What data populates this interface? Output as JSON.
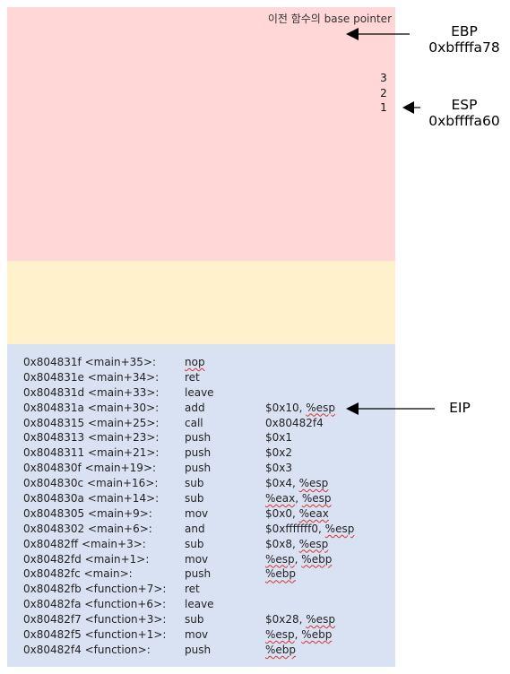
{
  "stack": {
    "prev_base_pointer_label": "이전 함수의 base pointer",
    "values": [
      "3",
      "2",
      "1"
    ]
  },
  "registers": {
    "ebp": {
      "name": "EBP",
      "value": "0xbffffa78"
    },
    "esp": {
      "name": "ESP",
      "value": "0xbffffa60"
    },
    "eip": {
      "name": "EIP"
    }
  },
  "code": {
    "rows": [
      {
        "addr": "0x804831f <main+35>:",
        "mnem": "nop",
        "ops": ""
      },
      {
        "addr": "0x804831e <main+34>:",
        "mnem": "ret",
        "ops": ""
      },
      {
        "addr": "0x804831d <main+33>:",
        "mnem": "leave",
        "ops": ""
      },
      {
        "addr": "0x804831a <main+30>:",
        "mnem": "add",
        "ops": "$0x10, %esp"
      },
      {
        "addr": "0x8048315 <main+25>:",
        "mnem": "call",
        "ops": "0x80482f4"
      },
      {
        "addr": "0x8048313 <main+23>:",
        "mnem": "push",
        "ops": "$0x1"
      },
      {
        "addr": "0x8048311 <main+21>:",
        "mnem": "push",
        "ops": "$0x2"
      },
      {
        "addr": "0x804830f <main+19>:",
        "mnem": "push",
        "ops": "$0x3"
      },
      {
        "addr": "0x804830c <main+16>:",
        "mnem": "sub",
        "ops": "$0x4, %esp"
      },
      {
        "addr": "0x804830a <main+14>:",
        "mnem": "sub",
        "ops": "%eax, %esp"
      },
      {
        "addr": "0x8048305 <main+9>:",
        "mnem": "mov",
        "ops": "$0x0, %eax"
      },
      {
        "addr": "0x8048302 <main+6>:",
        "mnem": "and",
        "ops": "$0xfffffff0, %esp"
      },
      {
        "addr": "0x80482ff <main+3>:",
        "mnem": "sub",
        "ops": "$0x8, %esp"
      },
      {
        "addr": "0x80482fd <main+1>:",
        "mnem": "mov",
        "ops": "%esp, %ebp"
      },
      {
        "addr": "0x80482fc <main>:",
        "mnem": "push",
        "ops": "%ebp"
      },
      {
        "addr": "0x80482fb <function+7>:",
        "mnem": "ret",
        "ops": ""
      },
      {
        "addr": "0x80482fa <function+6>:",
        "mnem": "leave",
        "ops": ""
      },
      {
        "addr": "0x80482f7 <function+3>:",
        "mnem": "sub",
        "ops": "$0x28, %esp"
      },
      {
        "addr": "0x80482f5 <function+1>:",
        "mnem": "mov",
        "ops": "%esp, %ebp"
      },
      {
        "addr": "0x80482f4 <function>:",
        "mnem": "push",
        "ops": "%ebp"
      }
    ]
  },
  "colors": {
    "stack_region": "#ffd7d7",
    "middle_region": "#fff1cc",
    "code_region": "#d9e2f3",
    "squiggle": "#d83030"
  }
}
